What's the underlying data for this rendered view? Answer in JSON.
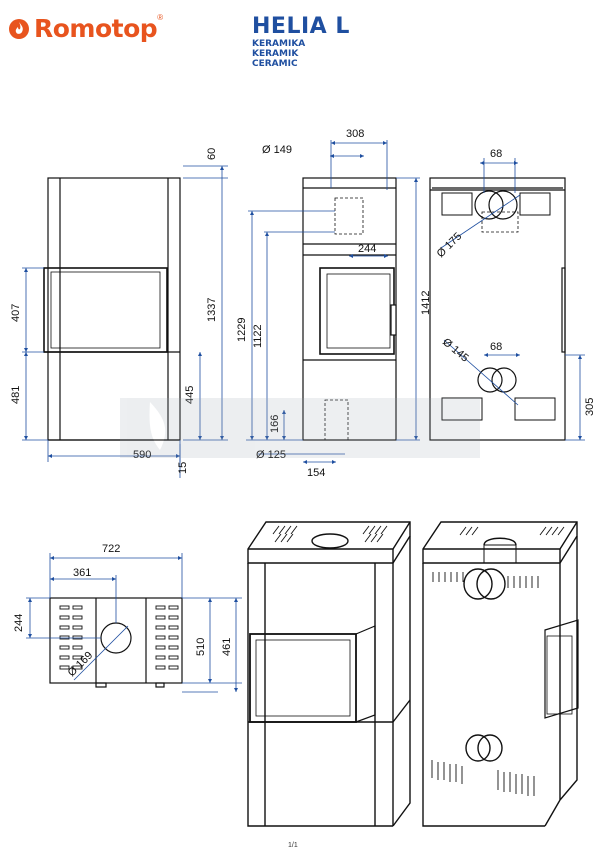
{
  "brand": {
    "name": "Romotop",
    "registered": "®",
    "accent": "#e8541e"
  },
  "model": {
    "name": "HELIA L",
    "variants": [
      "KERAMIKA",
      "KERAMIK",
      "CERAMIC"
    ],
    "color": "#1f4fa0"
  },
  "dimensions": {
    "front": {
      "width": "590",
      "top_cap": "60",
      "total_height": "1337",
      "door_height": "407",
      "lower_height": "481",
      "lower_inner": "445",
      "foot": "15"
    },
    "side": {
      "flue_diameter": "Ø 149",
      "flue_offset": "308",
      "flue_inner": "244",
      "height_1229": "1229",
      "height_1122": "1122",
      "total_height": "1412",
      "air_inlet_height": "166",
      "air_inlet_diameter": "Ø 125",
      "air_inlet_offset": "154"
    },
    "back": {
      "top_offset": "68",
      "top_diameter": "Ø 175",
      "rear_offset": "68",
      "rear_diameter": "Ø 145",
      "rear_height": "305"
    },
    "top": {
      "width": "722",
      "flue_offset": "361",
      "side_offset": "244",
      "depth_510": "510",
      "depth_461": "461",
      "flue_diameter": "Ø 169"
    }
  },
  "footer": {
    "page": "1/1"
  }
}
